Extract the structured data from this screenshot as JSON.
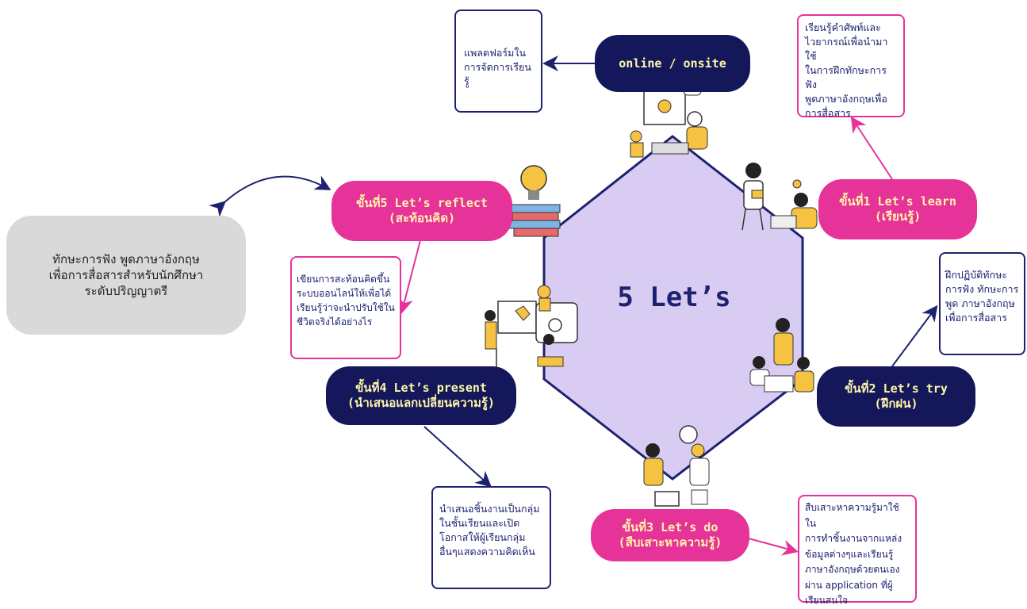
{
  "center": {
    "title": "5 Let’s"
  },
  "goal": {
    "lines": [
      "ทักษะการฟัง พูดภาษาอังกฤษ",
      "เพื่อการสื่อสารสำหรับนักศึกษา",
      "ระดับปริญญาตรี"
    ]
  },
  "platform": {
    "label": "online / onsite",
    "note": [
      "แพลตฟอร์มใน",
      "การจัดการเรียนรู้"
    ]
  },
  "steps": [
    {
      "line1": "ขั้นที่1 Let’s learn",
      "line2": "(เรียนรู้)",
      "note": [
        "เรียนรู้คำศัพท์และ",
        "ไวยากรณ์เพื่อนำมาใช้",
        "ในการฝึกทักษะการฟัง",
        "พูดภาษาอังกฤษเพื่อ",
        "การสื่อสาร"
      ]
    },
    {
      "line1": "ขั้นที่2 Let’s try",
      "line2": "(ฝึกฝน)",
      "note": [
        "ฝึกปฏิบัติทักษะ",
        "การฟัง ทักษะการ",
        "พูด ภาษาอังกฤษ",
        "เพื่อการสื่อสาร"
      ]
    },
    {
      "line1": "ขั้นที่3 Let’s do",
      "line2": "(สืบเสาะหาความรู้)",
      "note": [
        "สืบเสาะหาความรู้มาใช้ใน",
        "การทำชิ้นงานจากแหล่ง",
        "ข้อมูลต่างๆและเรียนรู้",
        "ภาษาอังกฤษด้วยตนเอง",
        "ผ่าน application ที่ผู้",
        "เรียนสนใจ"
      ]
    },
    {
      "line1": "ขั้นที่4 Let’s present",
      "line2": "(นำเสนอแลกเปลี่ยนความรู้)",
      "note": [
        "นำเสนอชิ้นงานเป็นกลุ่ม",
        "ในชั้นเรียนและเปิด",
        "โอกาสให้ผู้เรียนกลุ่ม",
        "อื่นๆแสดงความคิดเห็น"
      ]
    },
    {
      "line1": "ขั้นที่5 Let’s reflect",
      "line2": "(สะท้อนคิด)",
      "note": [
        "เขียนการสะท้อนคิดขึ้น",
        "ระบบออนไลน์ให้เพื่อได้",
        "เรียนรู้ว่าจะนำปรับใช้ใน",
        "ชีวิตจริงได้อย่างไร"
      ]
    }
  ],
  "colors": {
    "pink": "#e6339a",
    "navy": "#14185a",
    "hexagon_fill": "#d9ccf2",
    "text_yellow": "#fff6a8",
    "goal_gray": "#d9d9d9"
  }
}
